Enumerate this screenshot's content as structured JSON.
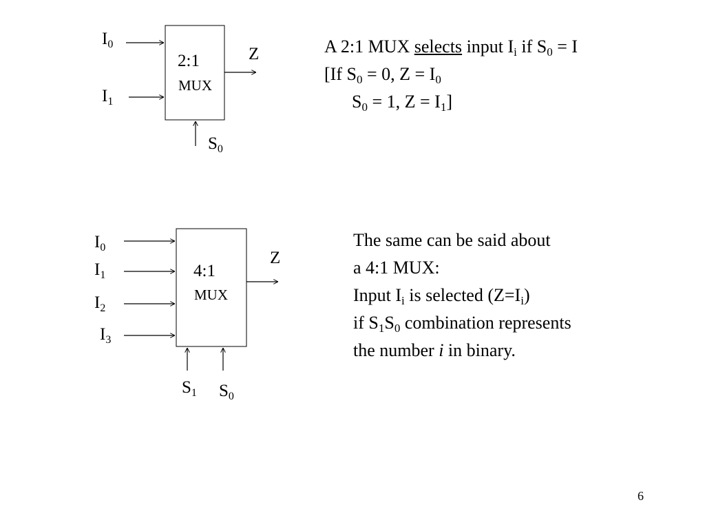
{
  "mux2": {
    "title": "2:1",
    "subtitle": "MUX",
    "inputs": [
      {
        "name": "I",
        "sub": "0"
      },
      {
        "name": "I",
        "sub": "1"
      }
    ],
    "output": "Z",
    "selects": [
      {
        "name": "S",
        "sub": "0"
      }
    ]
  },
  "mux4": {
    "title": "4:1",
    "subtitle": "MUX",
    "inputs": [
      {
        "name": "I",
        "sub": "0"
      },
      {
        "name": "I",
        "sub": "1"
      },
      {
        "name": "I",
        "sub": "2"
      },
      {
        "name": "I",
        "sub": "3"
      }
    ],
    "output": "Z",
    "selects": [
      {
        "name": "S",
        "sub": "1"
      },
      {
        "name": "S",
        "sub": "0"
      }
    ]
  },
  "text1": {
    "l1_a": "A 2:1 MUX ",
    "l1_selects": "selects",
    "l1_b": " input I",
    "l1_i": "i",
    "l1_c": " if S",
    "l1_s0": "0",
    "l1_d": " = I",
    "l2_a": "[If S",
    "l2_s0": "0",
    "l2_b": " = 0, Z = I",
    "l2_i0": "0",
    "l3_a": "S",
    "l3_s0": "0",
    "l3_b": " = 1, Z = I",
    "l3_i1": "1",
    "l3_c": "]"
  },
  "text2": {
    "l1": "The same can be said about",
    "l2": "a 4:1 MUX:",
    "l3_a": "Input I",
    "l3_i": "i",
    "l3_b": " is selected (Z=I",
    "l3_i2": "i",
    "l3_c": ")",
    "l4_a": "if S",
    "l4_s1": "1",
    "l4_b": "S",
    "l4_s0": "0",
    "l4_c": " combination represents",
    "l5_a": "the number ",
    "l5_i": "i",
    "l5_b": " in binary."
  },
  "page_number": "6"
}
